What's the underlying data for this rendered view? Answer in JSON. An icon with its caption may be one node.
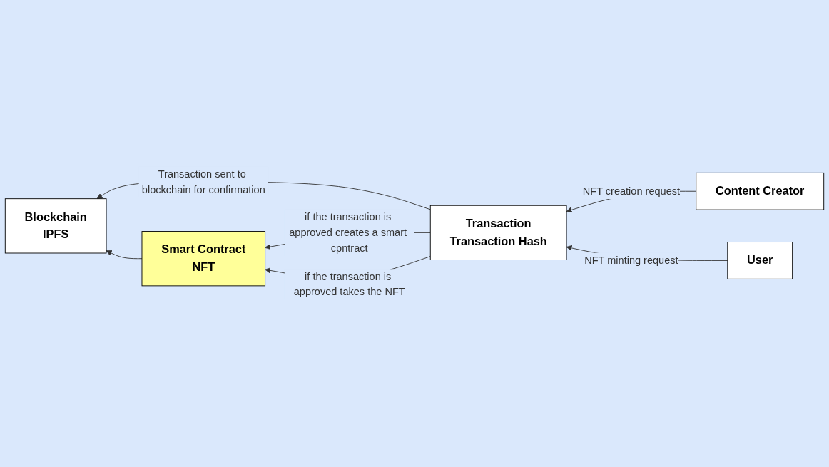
{
  "diagram": {
    "nodes": [
      {
        "text": [
          "Smart Contract",
          "NFT"
        ]
      },
      {
        "text": [
          "Transaction",
          "Transaction Hash"
        ]
      },
      {
        "text": [
          "Content Creator"
        ]
      },
      {
        "text": [
          "User"
        ]
      },
      {
        "text": [
          "Blockchain",
          "IPFS"
        ]
      }
    ],
    "edges": [
      {
        "from": 2,
        "to": 1,
        "arrow": "to",
        "label": "NFT creation request"
      },
      {
        "from": 3,
        "to": 1,
        "arrow": "to",
        "label": "NFT minting request"
      },
      {
        "from": 1,
        "to": 0,
        "arrow": "to",
        "label": "if the transaction is approved creates a smart cpntract"
      },
      {
        "from": 1,
        "to": 0,
        "arrow": "to",
        "label": "if the transaction is approved takes the NFT"
      },
      {
        "from": 1,
        "to": 4,
        "arrow": "to",
        "label": "Transaction sent to blockchain for confirmation"
      },
      {
        "from": 0,
        "to": 4,
        "arrow": "to"
      }
    ]
  }
}
